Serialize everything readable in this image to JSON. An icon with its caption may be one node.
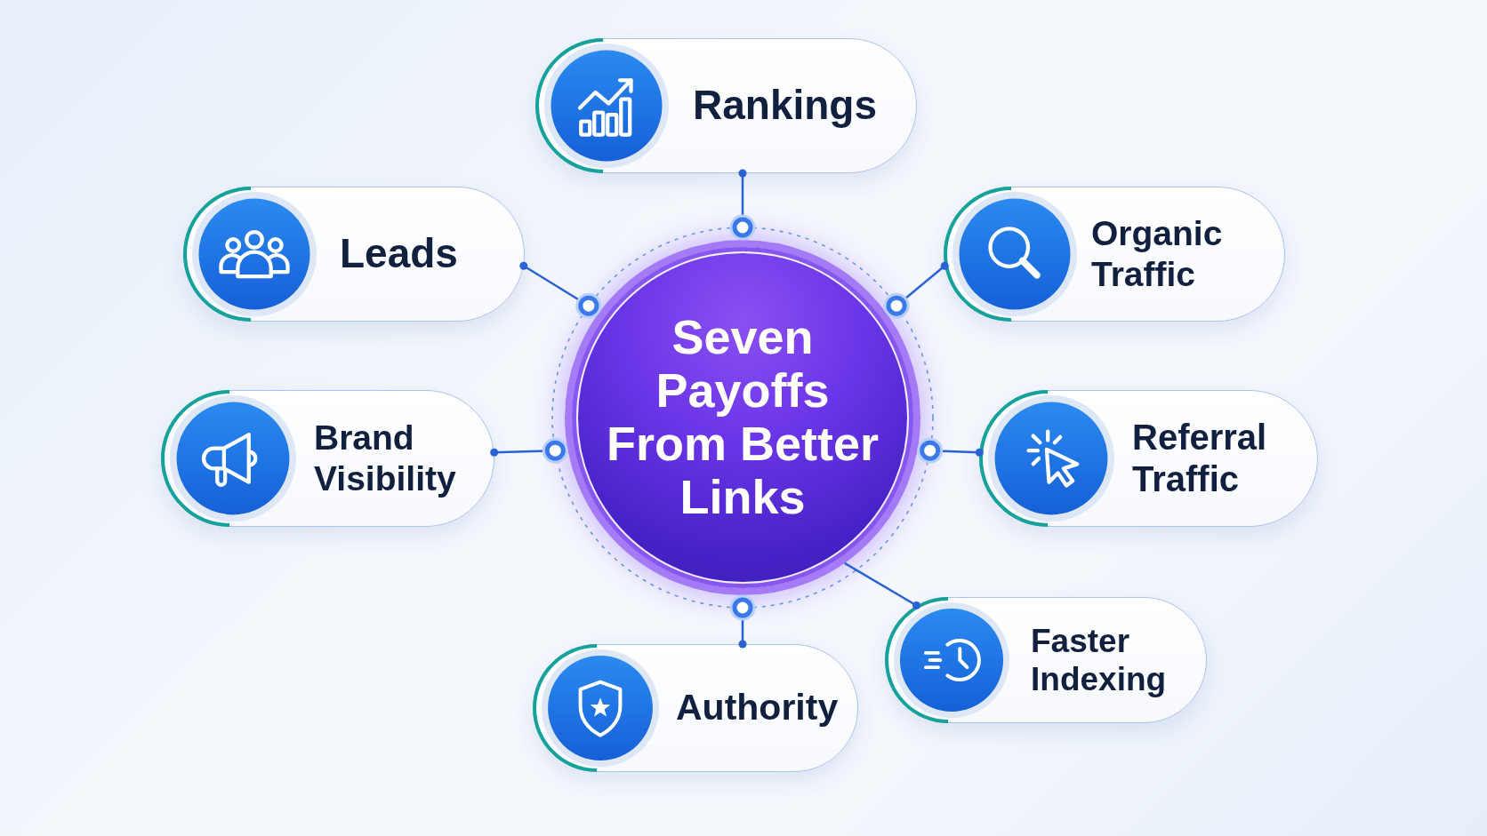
{
  "diagram": {
    "nodes": [
      {
        "text": [
          "Rankings"
        ]
      },
      {
        "text": [
          "Leads"
        ]
      },
      {
        "text": [
          "Organic Traffic"
        ]
      },
      {
        "text": [
          "Seven Payoffs From Better Links"
        ]
      },
      {
        "text": [
          "Brand Visibility"
        ]
      },
      {
        "text": [
          "Referral Traffic"
        ]
      },
      {
        "text": [
          "Faster Indexing"
        ]
      },
      {
        "text": [
          "Authority"
        ]
      }
    ],
    "edges": [
      {
        "from": 3,
        "to": 0,
        "arrow": "other"
      },
      {
        "from": 3,
        "to": 1,
        "arrow": "other"
      },
      {
        "from": 3,
        "to": 2,
        "arrow": "other"
      },
      {
        "from": 3,
        "to": 4,
        "arrow": "other"
      },
      {
        "from": 3,
        "to": 5,
        "arrow": "other"
      },
      {
        "from": 3,
        "to": 6,
        "arrow": "other"
      },
      {
        "from": 3,
        "to": 7,
        "arrow": "other"
      }
    ]
  }
}
